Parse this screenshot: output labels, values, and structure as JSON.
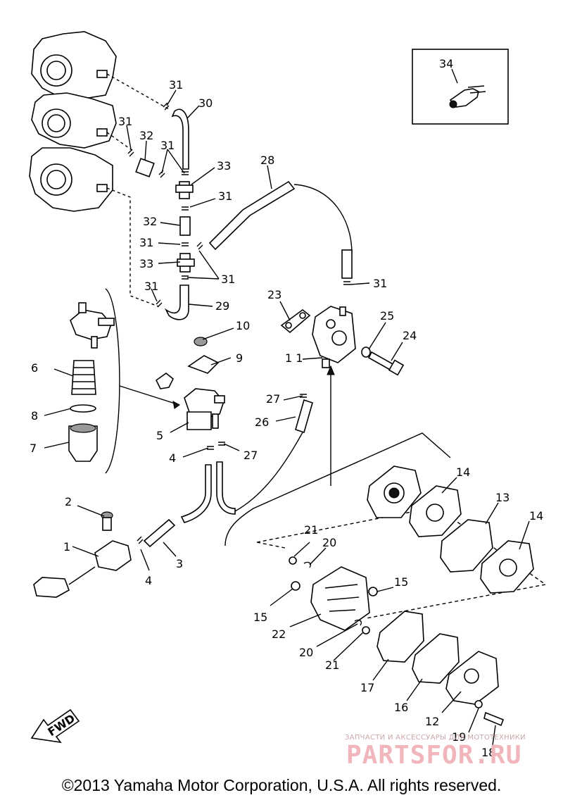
{
  "diagram": {
    "callouts": {
      "c1": "1",
      "c2": "2",
      "c3": "3",
      "c4a": "4",
      "c4b": "4",
      "c5": "5",
      "c6": "6",
      "c7": "7",
      "c8": "8",
      "c9": "9",
      "c10": "10",
      "c11": "1 1",
      "c12": "12",
      "c13": "13",
      "c14a": "14",
      "c14b": "14",
      "c15a": "15",
      "c15b": "15",
      "c16": "16",
      "c17": "17",
      "c18": "18",
      "c19": "19",
      "c20a": "20",
      "c20b": "20",
      "c21a": "21",
      "c21b": "21",
      "c22": "22",
      "c23": "23",
      "c24": "24",
      "c25": "25",
      "c26": "26",
      "c27a": "27",
      "c27b": "27",
      "c28": "28",
      "c29": "29",
      "c30": "30",
      "c31a": "31",
      "c31b": "31",
      "c31c": "31",
      "c31d": "31",
      "c31e": "31",
      "c31f": "31",
      "c31g": "31",
      "c31h": "31",
      "c32a": "32",
      "c32b": "32",
      "c33a": "33",
      "c33b": "33",
      "c34": "34"
    },
    "fwd_label": "FWD"
  },
  "watermark": {
    "subtitle": "ЗАПЧАСТИ И АКСЕССУАРЫ ДЛЯ МОТОТЕХНИКИ",
    "brand": "PARTSFOR.RU"
  },
  "footer": {
    "copyright": "©2013 Yamaha Motor Corporation, U.S.A. All rights reserved."
  }
}
